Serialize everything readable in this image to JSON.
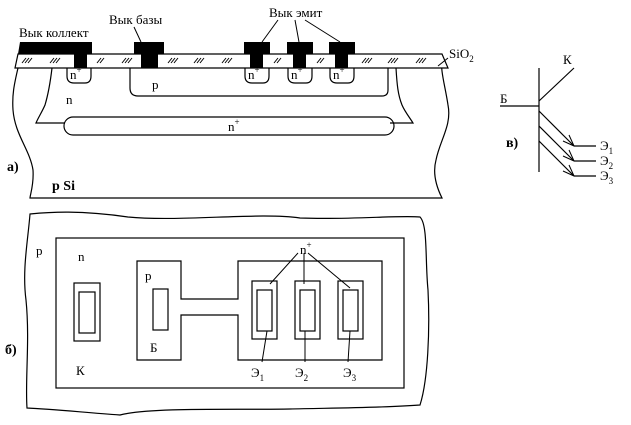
{
  "figure": {
    "panel_a": {
      "label": "а)",
      "collector_lead": "Вык коллект",
      "base_lead": "Вык базы",
      "emitter_lead": "Вык эмит",
      "oxide": "SiO",
      "oxide_sub": "2",
      "n_plus": "n",
      "plus": "+",
      "n_region": "n",
      "p_region": "p",
      "substrate": "p Si"
    },
    "panel_b": {
      "label": "б)",
      "p_outer": "p",
      "n_region": "n",
      "p_base": "p",
      "n_plus": "n",
      "plus": "+",
      "collector": "К",
      "base": "Б",
      "emitters": [
        {
          "letter": "Э",
          "index": "1"
        },
        {
          "letter": "Э",
          "index": "2"
        },
        {
          "letter": "Э",
          "index": "3"
        }
      ]
    },
    "panel_c": {
      "label": "в)",
      "collector": "К",
      "base": "Б",
      "emitters": [
        {
          "letter": "Э",
          "index": "1"
        },
        {
          "letter": "Э",
          "index": "2"
        },
        {
          "letter": "Э",
          "index": "3"
        }
      ]
    }
  }
}
